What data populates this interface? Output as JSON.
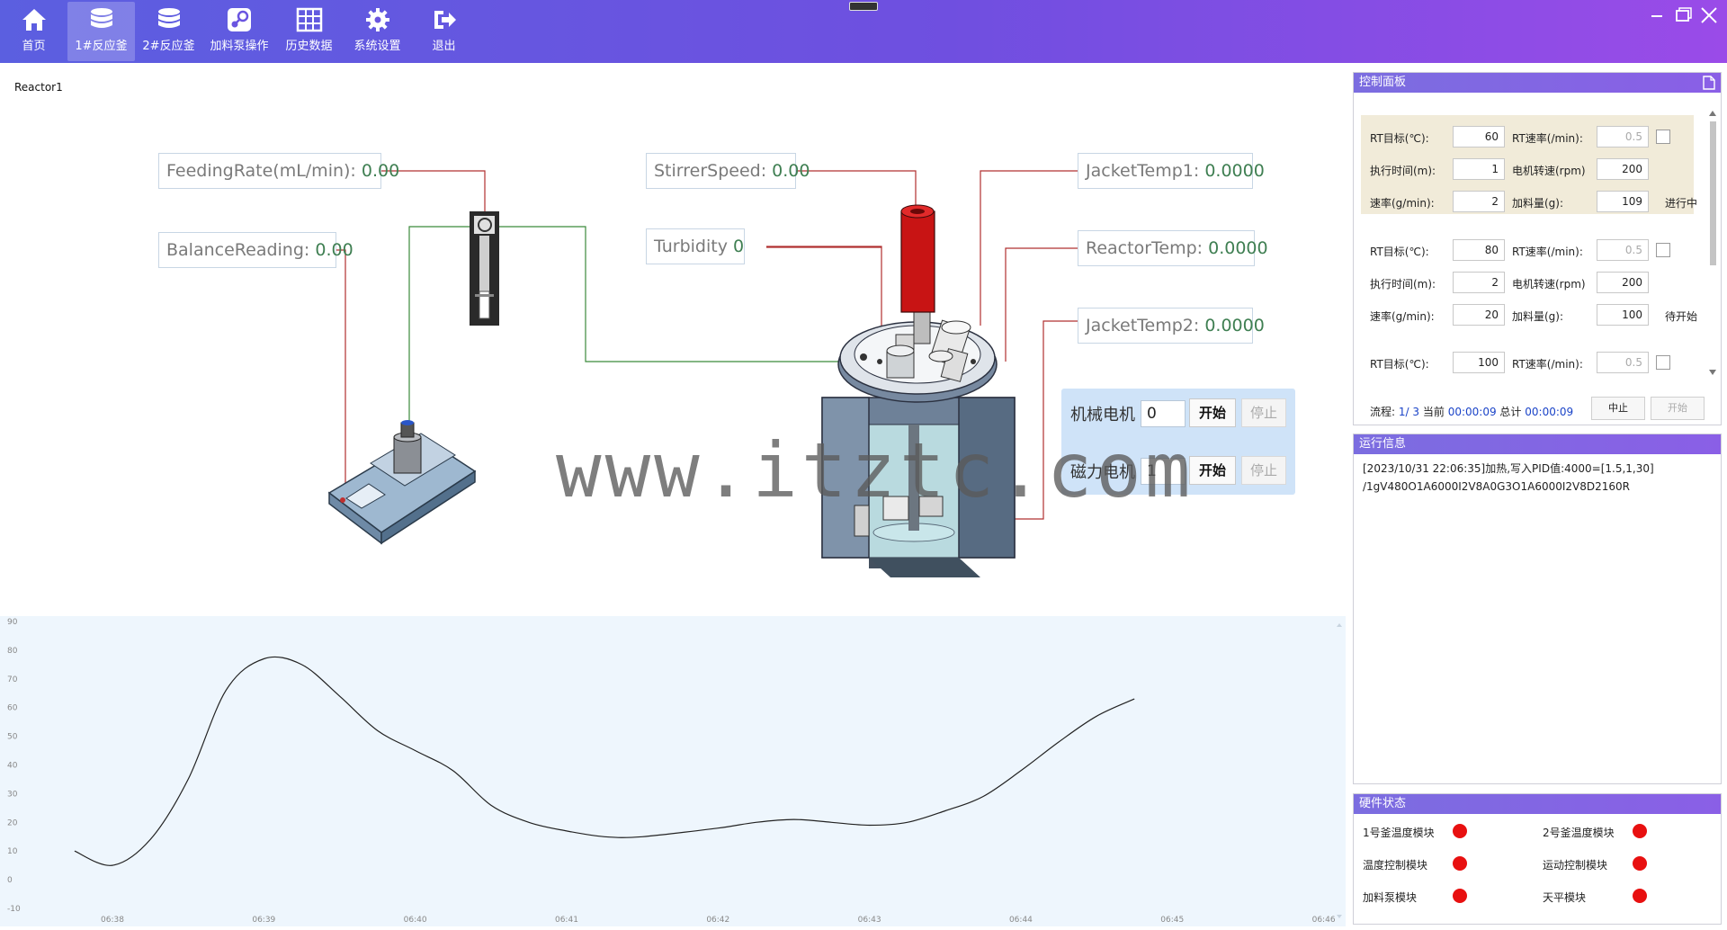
{
  "nav": {
    "items": [
      {
        "label": "首页",
        "icon": "home-icon"
      },
      {
        "label": "1#反应釜",
        "icon": "database-icon"
      },
      {
        "label": "2#反应釜",
        "icon": "database-icon"
      },
      {
        "label": "加料泵操作",
        "icon": "steam-icon"
      },
      {
        "label": "历史数据",
        "icon": "table-icon"
      },
      {
        "label": "系统设置",
        "icon": "gear-icon"
      },
      {
        "label": "退出",
        "icon": "exit-icon"
      }
    ],
    "active_index": 1
  },
  "reactor": {
    "label": "Reactor1",
    "feeding_rate": {
      "label": "FeedingRate(mL/min):",
      "value": "0.00"
    },
    "balance_reading": {
      "label": "BalanceReading:",
      "value": "0.00"
    },
    "stirrer_speed": {
      "label": "StirrerSpeed:",
      "value": "0.00"
    },
    "turbidity": {
      "label": "Turbidity",
      "value": "0"
    },
    "jacket_temp1": {
      "label": "JacketTemp1:",
      "value": "0.0000"
    },
    "reactor_temp": {
      "label": "ReactorTemp:",
      "value": "0.0000"
    },
    "jacket_temp2": {
      "label": "JacketTemp2:",
      "value": "0.0000"
    }
  },
  "motors": {
    "mechanical": {
      "name": "机械电机",
      "value": "0",
      "start": "开始",
      "stop": "停止"
    },
    "magnetic": {
      "name": "磁力电机",
      "value": "1",
      "start": "开始",
      "stop": "停止"
    }
  },
  "watermark": "www.itztc.com",
  "chart_data": {
    "type": "line",
    "title": "",
    "xlabel": "",
    "ylabel": "",
    "ylim": [
      -10,
      90
    ],
    "yticks": [
      "90",
      "80",
      "70",
      "60",
      "50",
      "40",
      "30",
      "20",
      "10",
      "0",
      "-10"
    ],
    "xticks": [
      "06:38",
      "06:39",
      "06:40",
      "06:41",
      "06:42",
      "06:43",
      "06:44",
      "06:45",
      "06:46"
    ],
    "series": [
      {
        "color": "#222222",
        "points": [
          [
            "06:37.75",
            10
          ],
          [
            "06:38.0",
            5
          ],
          [
            "06:38.25",
            14
          ],
          [
            "06:38.5",
            35
          ],
          [
            "06:38.75",
            66
          ],
          [
            "06:39.0",
            77
          ],
          [
            "06:39.25",
            75
          ],
          [
            "06:39.5",
            64
          ],
          [
            "06:39.75",
            52
          ],
          [
            "06:40.0",
            45
          ],
          [
            "06:40.25",
            38
          ],
          [
            "06:40.5",
            26
          ],
          [
            "06:40.75",
            20
          ],
          [
            "06:41.0",
            17
          ],
          [
            "06:41.25",
            15
          ],
          [
            "06:41.5",
            15
          ],
          [
            "06:42.0",
            18
          ],
          [
            "06:42.25",
            20
          ],
          [
            "06:42.5",
            21
          ],
          [
            "06:42.75",
            20
          ],
          [
            "06:43.0",
            19
          ],
          [
            "06:43.25",
            20
          ],
          [
            "06:43.5",
            24
          ],
          [
            "06:43.75",
            29
          ],
          [
            "06:44.0",
            38
          ],
          [
            "06:44.25",
            48
          ],
          [
            "06:44.5",
            57
          ],
          [
            "06:44.75",
            63
          ]
        ]
      }
    ],
    "background": "#eef6fd",
    "grid": false
  },
  "control_panel": {
    "title": "控制面板",
    "steps": [
      {
        "rt_target_label": "RT目标(℃):",
        "rt_target": "60",
        "rt_rate_label": "RT速率(/min):",
        "rt_rate": "0.5",
        "exec_time_label": "执行时间(m):",
        "exec_time": "1",
        "motor_speed_label": "电机转速(rpm)",
        "motor_speed": "200",
        "rate_label": "速率(g/min):",
        "rate": "2",
        "feed_label": "加料量(g):",
        "feed": "109",
        "status": "进行中"
      },
      {
        "rt_target_label": "RT目标(℃):",
        "rt_target": "80",
        "rt_rate_label": "RT速率(/min):",
        "rt_rate": "0.5",
        "exec_time_label": "执行时间(m):",
        "exec_time": "2",
        "motor_speed_label": "电机转速(rpm)",
        "motor_speed": "200",
        "rate_label": "速率(g/min):",
        "rate": "20",
        "feed_label": "加料量(g):",
        "feed": "100",
        "status": "待开始"
      },
      {
        "rt_target_label": "RT目标(℃):",
        "rt_target": "100",
        "rt_rate_label": "RT速率(/min):",
        "rt_rate": "0.5"
      }
    ],
    "flow_prefix": "流程:",
    "flow_step": "1/ 3",
    "flow_current_label": "当前",
    "flow_current": "00:00:09",
    "flow_total_label": "总计",
    "flow_total": "00:00:09",
    "abort_label": "中止",
    "start_label": "开始"
  },
  "run_info": {
    "title": "运行信息",
    "lines": [
      "[2023/10/31 22:06:35]加热,写入PID值:4000=[1.5,1,30]",
      "/1gV480O1A6000I2V8A0G3O1A6000I2V8D2160R"
    ]
  },
  "hardware": {
    "title": "硬件状态",
    "items": [
      {
        "label": "1号釜温度模块",
        "status_color": "#e81010"
      },
      {
        "label": "2号釜温度模块",
        "status_color": "#e81010"
      },
      {
        "label": "温度控制模块",
        "status_color": "#e81010"
      },
      {
        "label": "运动控制模块",
        "status_color": "#e81010"
      },
      {
        "label": "加料泵模块",
        "status_color": "#e81010"
      },
      {
        "label": "天平模块",
        "status_color": "#e81010"
      }
    ]
  }
}
